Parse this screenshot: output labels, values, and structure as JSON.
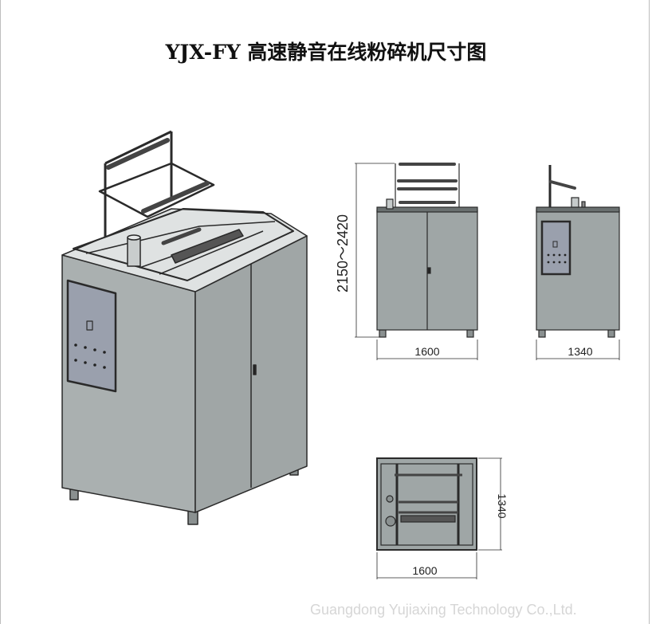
{
  "title": "YJX-FY 高速静音在线粉碎机尺寸图",
  "watermark": "Guangdong Yujiaxing Technology Co.,Ltd.",
  "colors": {
    "body": "#a4abab",
    "panel": "#9da3b0",
    "outline": "#2a2a2a",
    "frame": "#d8dcdc"
  },
  "views": {
    "isometric": {
      "name": "isometric-view"
    },
    "front": {
      "height_dim": "2150～2420",
      "width_dim": "1600"
    },
    "side": {
      "width_dim": "1340"
    },
    "top": {
      "width_dim": "1600",
      "depth_dim": "1340"
    }
  }
}
